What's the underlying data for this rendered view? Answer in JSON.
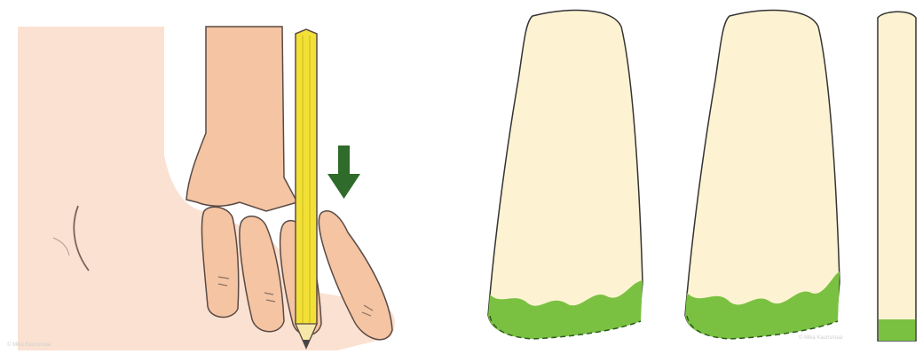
{
  "scene": {
    "background": "#ffffff",
    "left_panel": {
      "subject": "foot-tracing-illustration",
      "icons": [
        "foot-icon",
        "hand-icon",
        "pencil-icon",
        "down-arrow-icon"
      ],
      "colors": {
        "foot": "#fbe1d1",
        "hand": "#f4c4a3",
        "pencil": "#f2e037",
        "arrow": "#2f6b2a",
        "outline": "#5a4a45"
      },
      "watermark": "© Mika Kaurismaa"
    },
    "right_panel": {
      "subject": "insole-outlines",
      "colors": {
        "insole": "#fdf3d2",
        "toe_band": "#7ac142",
        "outline": "#333333"
      },
      "watermark": "© Mika Kaurismaa"
    }
  }
}
